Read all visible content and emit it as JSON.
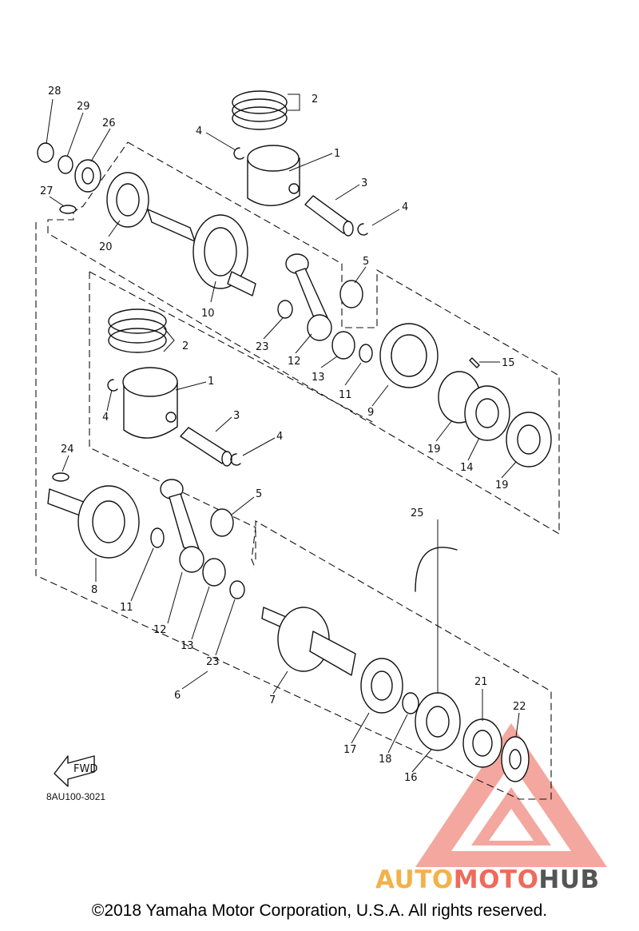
{
  "diagram": {
    "code": "8AU100-3021",
    "copyright": "©2018 Yamaha Motor Corporation, U.S.A. All rights reserved.",
    "fwd_label": "FWD",
    "watermark": {
      "auto": "AUTO",
      "moto": "MOTO",
      "hub": "HUB",
      "colors": {
        "auto": "#f2b24a",
        "moto": "#ef6a5a",
        "hub": "#555555",
        "triangle": "#e8514a"
      }
    },
    "callouts": [
      {
        "id": "c28",
        "text": "28"
      },
      {
        "id": "c29",
        "text": "29"
      },
      {
        "id": "c26",
        "text": "26"
      },
      {
        "id": "c27",
        "text": "27"
      },
      {
        "id": "c20",
        "text": "20"
      },
      {
        "id": "c2a",
        "text": "2"
      },
      {
        "id": "c1a",
        "text": "1"
      },
      {
        "id": "c4a",
        "text": "4"
      },
      {
        "id": "c3a",
        "text": "3"
      },
      {
        "id": "c4b",
        "text": "4"
      },
      {
        "id": "c5a",
        "text": "5"
      },
      {
        "id": "c10",
        "text": "10"
      },
      {
        "id": "c23a",
        "text": "23"
      },
      {
        "id": "c12a",
        "text": "12"
      },
      {
        "id": "c13a",
        "text": "13"
      },
      {
        "id": "c11a",
        "text": "11"
      },
      {
        "id": "c9",
        "text": "9"
      },
      {
        "id": "c15",
        "text": "15"
      },
      {
        "id": "c19a",
        "text": "19"
      },
      {
        "id": "c14",
        "text": "14"
      },
      {
        "id": "c19b",
        "text": "19"
      },
      {
        "id": "c2b",
        "text": "2"
      },
      {
        "id": "c1b",
        "text": "1"
      },
      {
        "id": "c4c",
        "text": "4"
      },
      {
        "id": "c3b",
        "text": "3"
      },
      {
        "id": "c4d",
        "text": "4"
      },
      {
        "id": "c24",
        "text": "24"
      },
      {
        "id": "c5b",
        "text": "5"
      },
      {
        "id": "c8",
        "text": "8"
      },
      {
        "id": "c11b",
        "text": "11"
      },
      {
        "id": "c12b",
        "text": "12"
      },
      {
        "id": "c13b",
        "text": "13"
      },
      {
        "id": "c23b",
        "text": "23"
      },
      {
        "id": "c6",
        "text": "6"
      },
      {
        "id": "c25",
        "text": "25"
      },
      {
        "id": "c7",
        "text": "7"
      },
      {
        "id": "c17",
        "text": "17"
      },
      {
        "id": "c18",
        "text": "18"
      },
      {
        "id": "c16",
        "text": "16"
      },
      {
        "id": "c21",
        "text": "21"
      },
      {
        "id": "c22",
        "text": "22"
      }
    ]
  }
}
